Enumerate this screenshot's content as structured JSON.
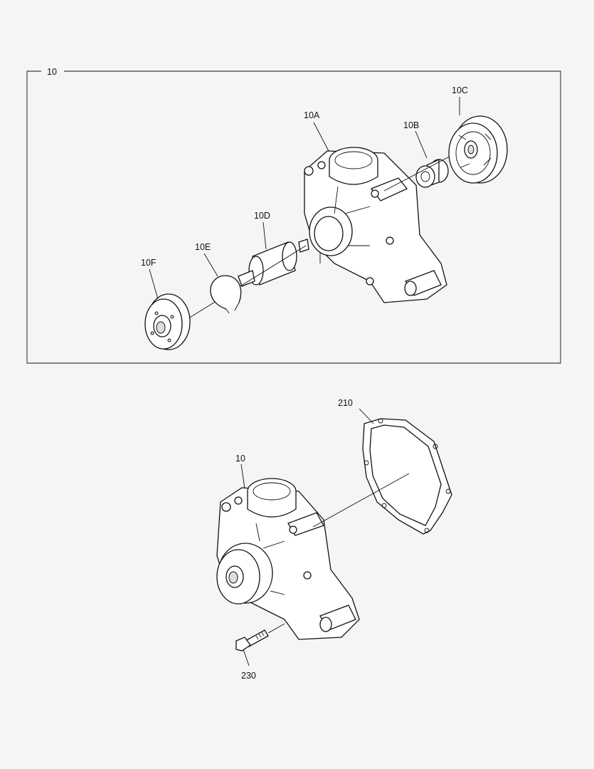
{
  "assembly_box": {
    "label": "10"
  },
  "parts": {
    "p10a": "10A",
    "p10b": "10B",
    "p10c": "10C",
    "p10d": "10D",
    "p10e": "10E",
    "p10f": "10F",
    "p10": "10",
    "p210": "210",
    "p230": "230"
  }
}
